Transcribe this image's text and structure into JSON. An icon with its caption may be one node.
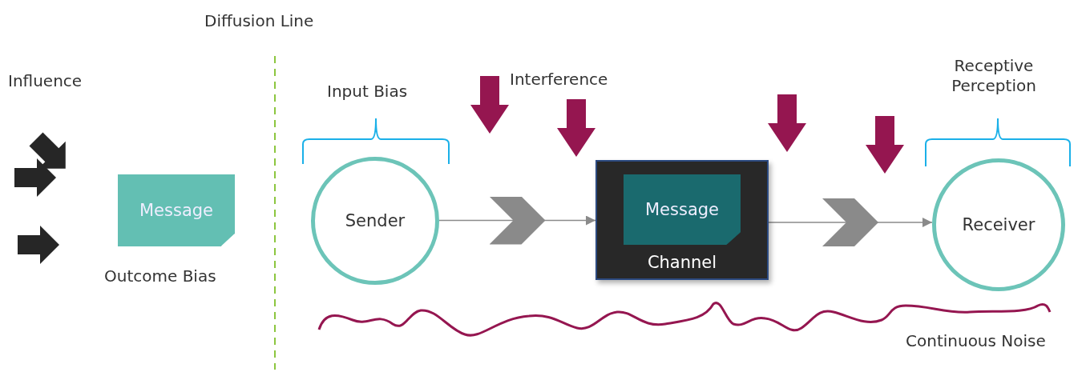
{
  "diagram": {
    "nodes": [
      {
        "text": [
          "Message"
        ],
        "beside": [
          "Outcome Bias"
        ]
      },
      {
        "text": [
          "Sender"
        ],
        "beside": [
          "Input Bias"
        ]
      },
      {
        "text": [
          "Channel"
        ]
      },
      {
        "text": [
          "Message"
        ],
        "in": 2
      },
      {
        "text": [
          "Receiver"
        ],
        "beside": [
          "Receptive Perception"
        ]
      }
    ],
    "edges": [
      {
        "from": 1,
        "to": 2,
        "arrow": "to"
      },
      {
        "from": 2,
        "to": 4,
        "arrow": "to"
      }
    ],
    "labels": [
      "Diffusion Line",
      "Influence",
      "Interference",
      "Continuous Noise"
    ]
  }
}
